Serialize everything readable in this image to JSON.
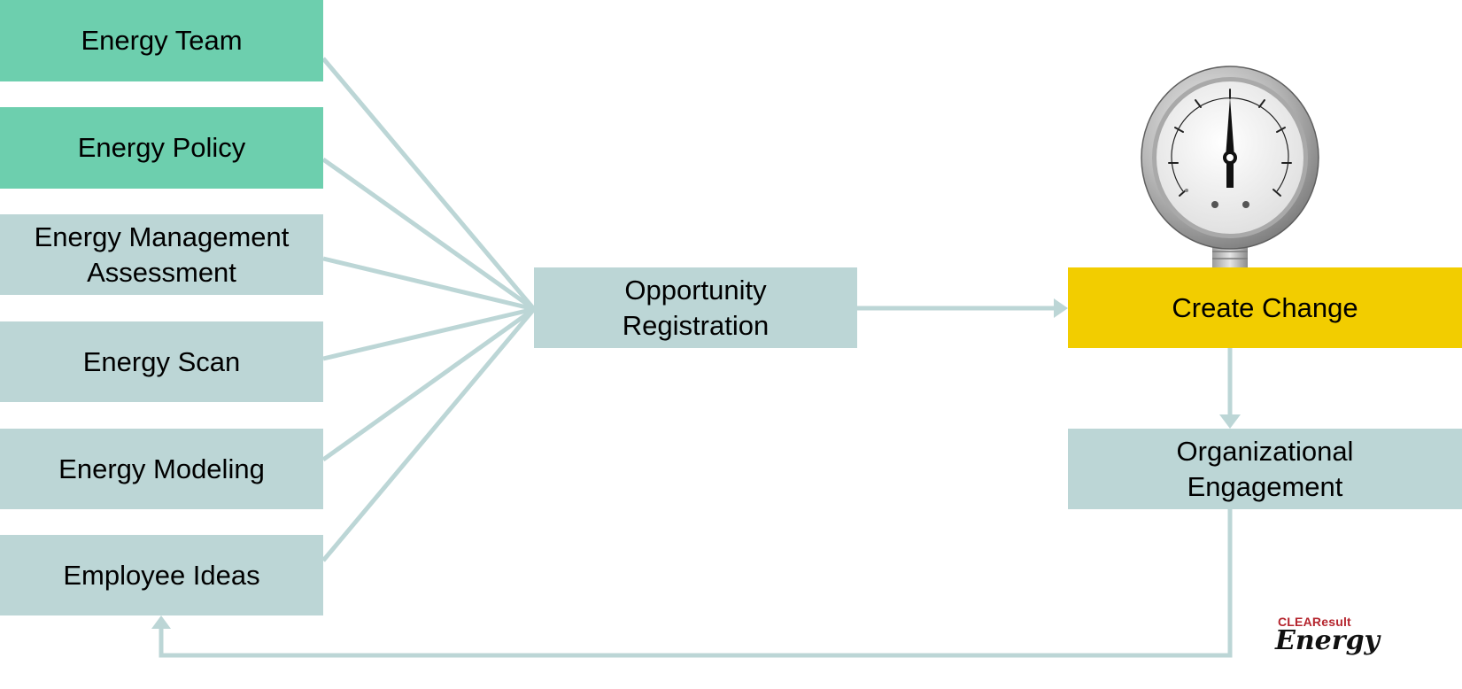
{
  "sources": [
    {
      "id": "team",
      "label": "Energy Team",
      "color": "#6dcfae"
    },
    {
      "id": "policy",
      "label": "Energy Policy",
      "color": "#6dcfae"
    },
    {
      "id": "ema",
      "label": "Energy Management\nAssessment",
      "color": "#bcd6d6"
    },
    {
      "id": "scan",
      "label": "Energy Scan",
      "color": "#bcd6d6"
    },
    {
      "id": "modeling",
      "label": "Energy Modeling",
      "color": "#bcd6d6"
    },
    {
      "id": "ideas",
      "label": "Employee Ideas",
      "color": "#bcd6d6"
    }
  ],
  "hub": {
    "label": "Opportunity\nRegistration",
    "color": "#bcd6d6"
  },
  "change": {
    "label": "Create Change",
    "color": "#f2cd00",
    "icon": "pressure-gauge-icon"
  },
  "engagement": {
    "label": "Organizational\nEngagement",
    "color": "#bcd6d6"
  },
  "connector_color": "#bcd6d6",
  "logo": {
    "brand": "CLEAResult",
    "word": "Energy"
  }
}
